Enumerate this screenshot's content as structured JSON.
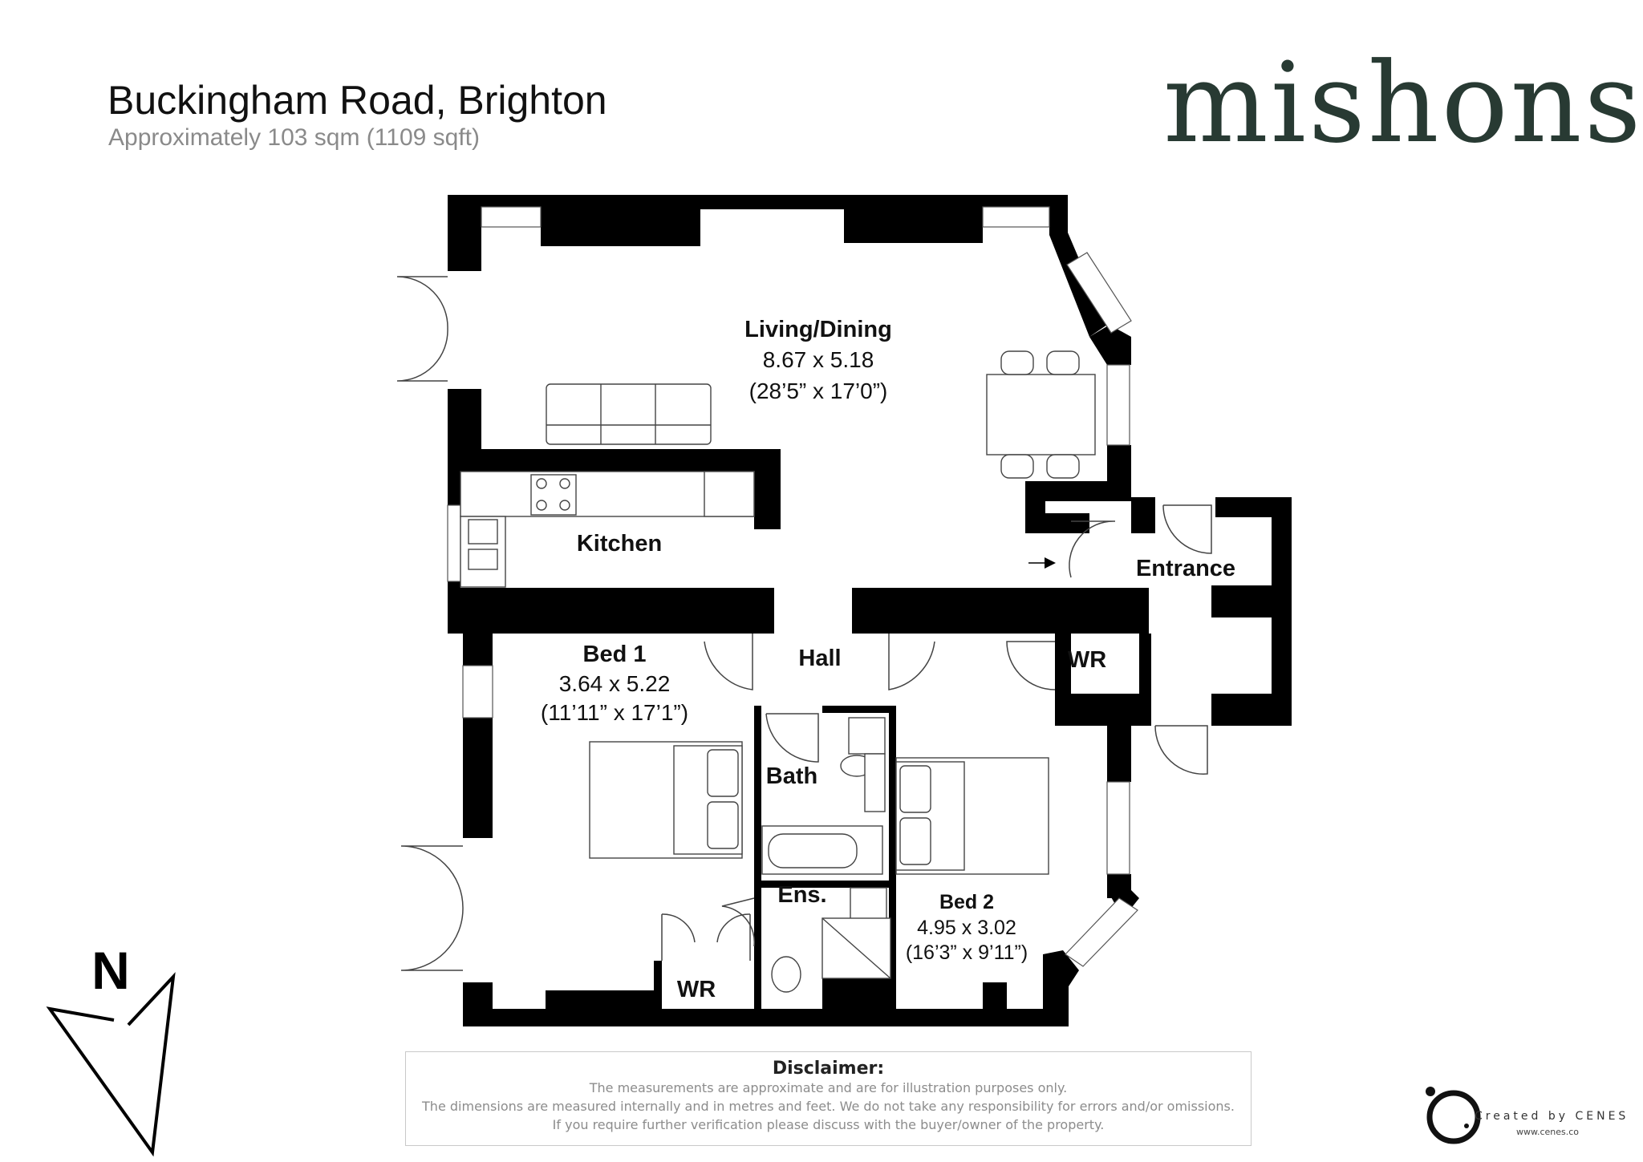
{
  "header": {
    "title": "Buckingham Road, Brighton",
    "subtitle": "Approximately 103 sqm (1109 sqft)"
  },
  "brand": {
    "name": "mishons",
    "color": "#283a33"
  },
  "rooms": {
    "living": {
      "name": "Living/Dining",
      "metric": "8.67 x 5.18",
      "imperial": "(28’5” x 17’0”)"
    },
    "kitchen": {
      "name": "Kitchen"
    },
    "entrance": {
      "name": "Entrance"
    },
    "wr_hall": {
      "name": "WR"
    },
    "hall": {
      "name": "Hall"
    },
    "bed1": {
      "name": "Bed 1",
      "metric": "3.64 x 5.22",
      "imperial": "(11’11” x 17’1”)"
    },
    "bath": {
      "name": "Bath"
    },
    "ensuite": {
      "name": "Ens."
    },
    "bed2": {
      "name": "Bed 2",
      "metric": "4.95 x 3.02",
      "imperial": "(16’3” x 9’11”)"
    },
    "wr_bed1": {
      "name": "WR"
    }
  },
  "compass": {
    "label": "N",
    "icon": "north-arrow-icon"
  },
  "disclaimer": {
    "title": "Disclaimer:",
    "lines": [
      "The measurements are approximate and are for illustration purposes only.",
      "The dimensions are measured internally and in metres and feet. We do not take any responsibility for errors and/or omissions.",
      "If you require further verification please discuss with the buyer/owner of the property."
    ]
  },
  "credit": {
    "text": "Created by CENES",
    "url": "www.cenes.co",
    "icon": "cenes-logo-icon"
  },
  "colors": {
    "wall": "#000000",
    "furniture_stroke": "#444444",
    "subtitle": "#8a8a8a"
  }
}
